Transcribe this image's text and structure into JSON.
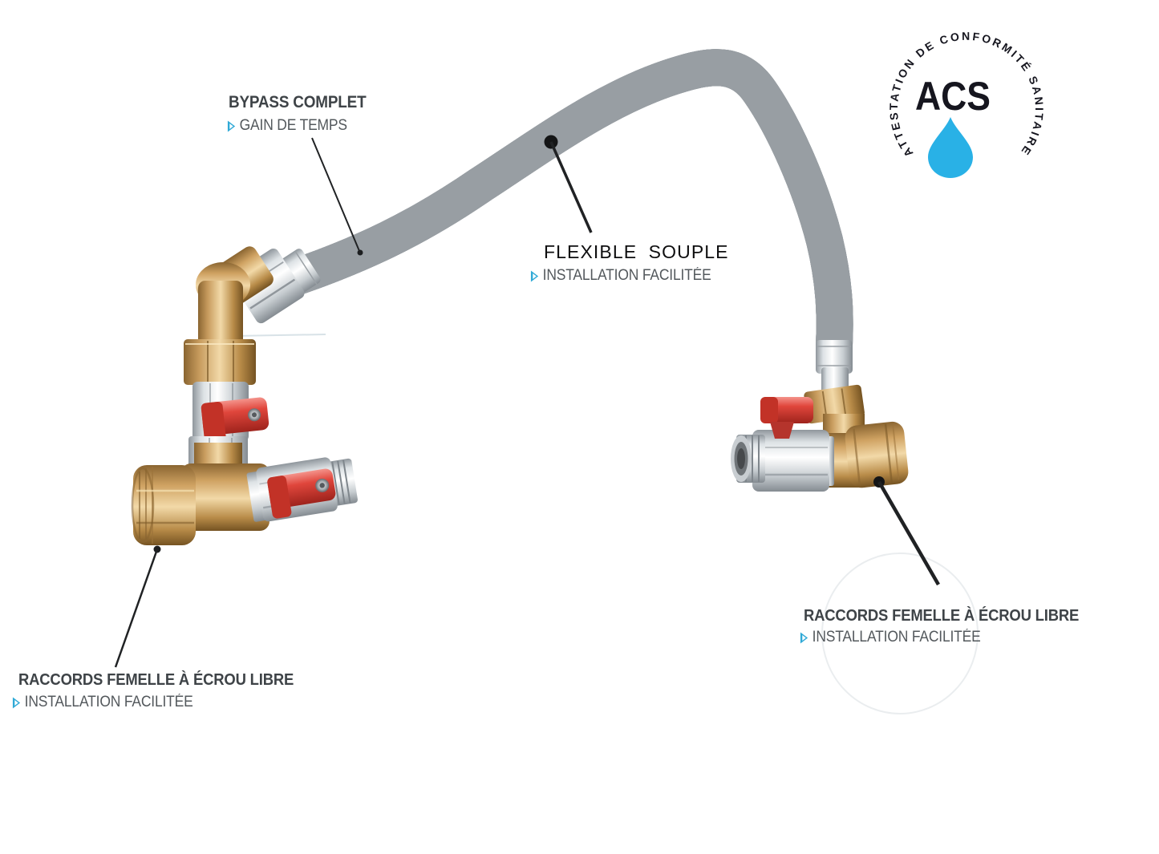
{
  "page": {
    "background": "#ffffff",
    "description": "Annotated product diagram of a complete bypass kit with flexible braided hose and ball valves"
  },
  "labels": {
    "bypass": {
      "title": "BYPASS COMPLET",
      "subtitle": "GAIN DE TEMPS"
    },
    "flexible": {
      "title": "FLEXIBLE SOUPLE",
      "subtitle": "INSTALLATION FACILITÉE"
    },
    "raccords_left": {
      "title": "RACCORDS FEMELLE À ÉCROU LIBRE",
      "subtitle": "INSTALLATION FACILITÉE"
    },
    "raccords_right": {
      "title": "RACCORDS FEMELLE À ÉCROU LIBRE",
      "subtitle": "INSTALLATION FACILITÉE"
    }
  },
  "acs_logo": {
    "ring_text": "ATTESTATION DE CONFORMITÉ SANITAIRE",
    "acronym": "ACS",
    "text_color": "#16161f",
    "drop_color": "#29b1e6"
  },
  "icons": {
    "bullet": "arrow-right-triangle-icon",
    "bullet_color": "#2fa9d6",
    "acs_drop": "water-drop-icon"
  },
  "colors": {
    "title_text": "#3e4347",
    "subtitle_text": "#53585c",
    "flexible_title_text": "#0e0e0f",
    "callout_line": "#202224",
    "brass_light": "#f2d9a8",
    "brass_mid": "#c89c5e",
    "brass_dark": "#755322",
    "chrome_light": "#ffffff",
    "chrome_mid": "#dde2e5",
    "chrome_dark": "#848b91",
    "handle_red": "#e0463c",
    "handle_red_dark": "#9e231c",
    "hose_base": "#d3d6d9",
    "hose_edge": "#989ea3",
    "hose_red_mark": "#c0574d",
    "hose_blue_mark": "#3f9fc0"
  }
}
